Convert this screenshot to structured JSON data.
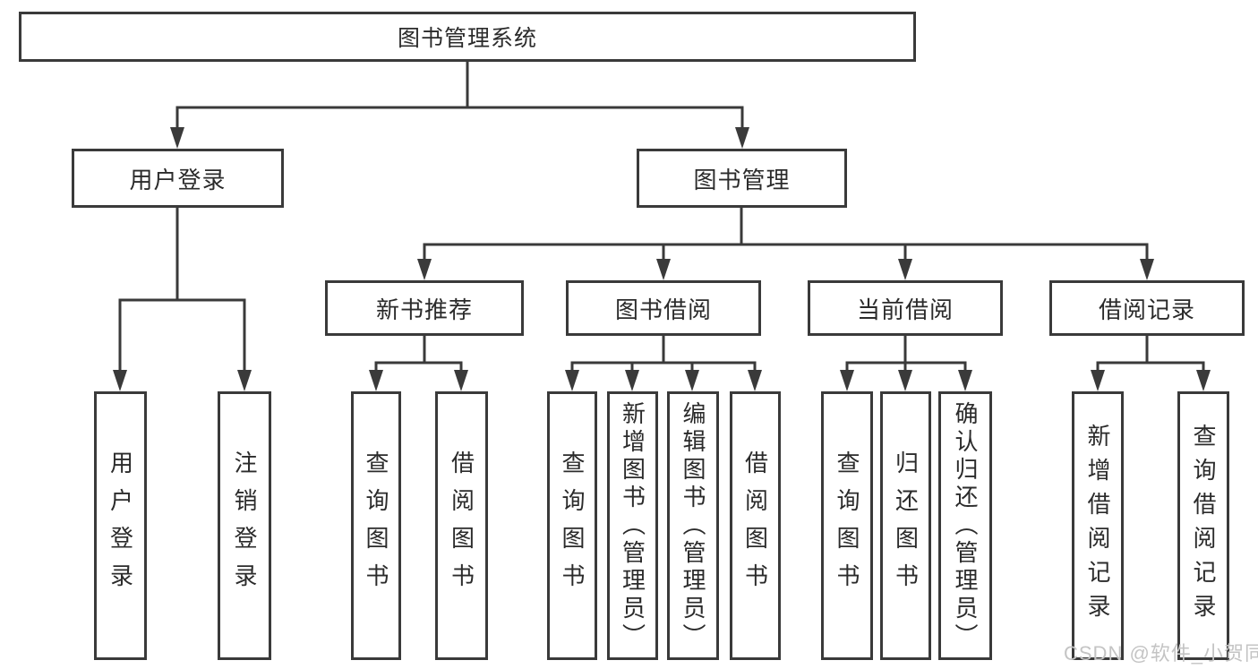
{
  "diagram": {
    "tree": {
      "label": "图书管理系统",
      "children": [
        {
          "label": "用户登录",
          "children": [
            {
              "label": "用户登录"
            },
            {
              "label": "注销登录"
            }
          ]
        },
        {
          "label": "图书管理",
          "children": [
            {
              "label": "新书推荐",
              "children": [
                {
                  "label": "查询图书"
                },
                {
                  "label": "借阅图书"
                }
              ]
            },
            {
              "label": "图书借阅",
              "children": [
                {
                  "label": "查询图书"
                },
                {
                  "label": "新增图书（管理员）"
                },
                {
                  "label": "编辑图书（管理员）"
                },
                {
                  "label": "借阅图书"
                }
              ]
            },
            {
              "label": "当前借阅",
              "children": [
                {
                  "label": "查询图书"
                },
                {
                  "label": "归还图书"
                },
                {
                  "label": "确认归还（管理员）"
                }
              ]
            },
            {
              "label": "借阅记录",
              "children": [
                {
                  "label": "新增借阅记录"
                },
                {
                  "label": "查询借阅记录"
                }
              ]
            }
          ]
        }
      ]
    },
    "colors": {
      "line": "#3a3a3a",
      "text": "#2b2b2b",
      "background": "#ffffff",
      "watermark": "#c4c4c4"
    },
    "watermark": {
      "text": "CSDN @软件_小贺同学"
    }
  }
}
